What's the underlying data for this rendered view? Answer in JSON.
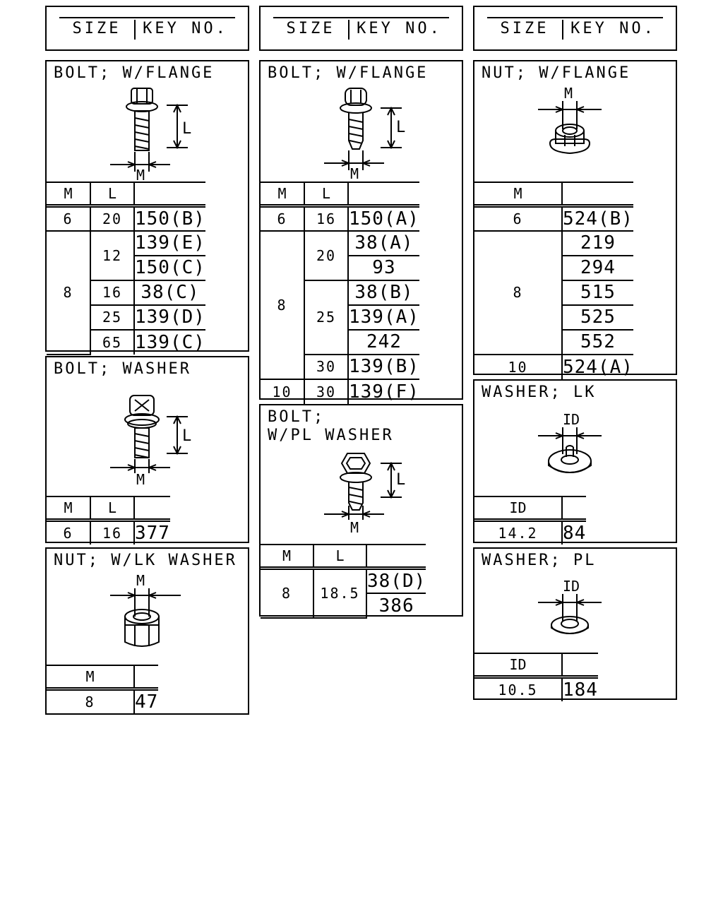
{
  "headers": {
    "size": "SIZE",
    "key_no": "KEY NO."
  },
  "col1": {
    "bolt_flange": {
      "title": "BOLT; W/FLANGE",
      "labels": {
        "m": "M",
        "l": "L"
      },
      "rows": [
        {
          "m": "6",
          "l": "20",
          "key": "150(B)"
        },
        {
          "m": "8",
          "l": "12",
          "key": "139(E)"
        },
        {
          "key": "150(C)"
        },
        {
          "l": "16",
          "key": "38(C)"
        },
        {
          "l": "25",
          "key": "139(D)"
        },
        {
          "l": "65",
          "key": "139(C)"
        }
      ]
    },
    "bolt_washer": {
      "title": "BOLT; WASHER",
      "labels": {
        "m": "M",
        "l": "L"
      },
      "rows": [
        {
          "m": "6",
          "l": "16",
          "key": "377"
        }
      ]
    },
    "nut_lk_washer": {
      "title": "NUT; W/LK WASHER",
      "labels": {
        "m": "M"
      },
      "rows": [
        {
          "m": "8",
          "key": "47"
        }
      ]
    }
  },
  "col2": {
    "bolt_flange": {
      "title": "BOLT; W/FLANGE",
      "labels": {
        "m": "M",
        "l": "L"
      },
      "rows": [
        {
          "m": "6",
          "l": "16",
          "key": "150(A)"
        },
        {
          "m": "8",
          "l": "20",
          "key": "38(A)"
        },
        {
          "key": "93"
        },
        {
          "l": "25",
          "key": "38(B)"
        },
        {
          "key": "139(A)"
        },
        {
          "key": "242"
        },
        {
          "l": "30",
          "key": "139(B)"
        },
        {
          "m": "10",
          "l": "30",
          "key": "139(F)"
        }
      ]
    },
    "bolt_pl_washer": {
      "title": "BOLT;\nW/PL WASHER",
      "labels": {
        "m": "M",
        "l": "L"
      },
      "rows": [
        {
          "m": "8",
          "l": "18.5",
          "key": "38(D)"
        },
        {
          "key": "386"
        }
      ]
    }
  },
  "col3": {
    "nut_flange": {
      "title": "NUT; W/FLANGE",
      "labels": {
        "m": "M"
      },
      "rows": [
        {
          "m": "6",
          "key": "524(B)"
        },
        {
          "m": "8",
          "key": "219"
        },
        {
          "key": "294"
        },
        {
          "key": "515"
        },
        {
          "key": "525"
        },
        {
          "key": "552"
        },
        {
          "m": "10",
          "key": "524(A)"
        }
      ]
    },
    "washer_lk": {
      "title": "WASHER; LK",
      "labels": {
        "id": "ID"
      },
      "rows": [
        {
          "id": "14.2",
          "key": "84"
        }
      ]
    },
    "washer_pl": {
      "title": "WASHER; PL",
      "labels": {
        "id": "ID"
      },
      "rows": [
        {
          "id": "10.5",
          "key": "184"
        }
      ]
    }
  }
}
